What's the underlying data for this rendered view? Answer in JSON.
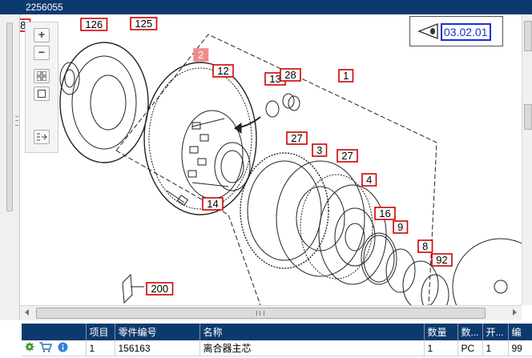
{
  "window": {
    "title": "2256055"
  },
  "figure": {
    "number": "03.02.01"
  },
  "zoom_toolbar": {
    "zoom_in_icon": "plus-icon",
    "zoom_out_icon": "minus-icon",
    "fit_icon": "grid-icon",
    "page_icon": "square-icon",
    "toggle_icon": "list-arrow-icon"
  },
  "callouts": [
    {
      "label": "8"
    },
    {
      "label": "126"
    },
    {
      "label": "125"
    },
    {
      "label": "2",
      "highlighted": true
    },
    {
      "label": "12"
    },
    {
      "label": "13"
    },
    {
      "label": "28"
    },
    {
      "label": "1"
    },
    {
      "label": "27"
    },
    {
      "label": "3"
    },
    {
      "label": "27"
    },
    {
      "label": "4"
    },
    {
      "label": "14"
    },
    {
      "label": "16"
    },
    {
      "label": "9"
    },
    {
      "label": "8"
    },
    {
      "label": "92"
    },
    {
      "label": "200"
    }
  ],
  "colors": {
    "header_bg": "#0d3a6e",
    "callout_border": "#d10000",
    "callout_highlight": "#f08c8c",
    "figure_blue": "#1a2fd0"
  },
  "table": {
    "headers": [
      "",
      "项目",
      "零件编号",
      "名称",
      "数量",
      "数...",
      "开...",
      "编"
    ],
    "rows": [
      {
        "icons": [
          "gear-icon",
          "cart-icon",
          "info-icon"
        ],
        "item": "1",
        "part_number": "156163",
        "name": "离合器主芯",
        "qty": "1",
        "unit": "PC",
        "open": "1",
        "code": "99"
      }
    ]
  }
}
